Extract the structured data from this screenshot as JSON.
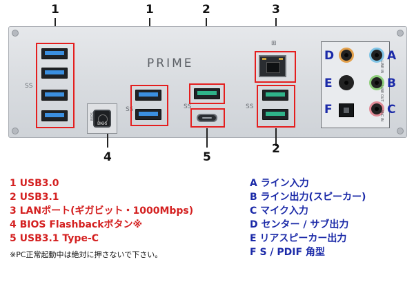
{
  "panel": {
    "logo_text": "PRIME",
    "bios_button_text": "BIOS",
    "bios_side_label": "BIOS",
    "usb_icon_glyph": "SS",
    "audio_labels": {
      "line_in": "LINE IN",
      "line_out": "LINE OUT",
      "mic_in": "MIC IN"
    }
  },
  "callouts": {
    "usb30_number": "1",
    "usb31_number_top": "1",
    "usb31c_number_top": "2",
    "lan_number": "3",
    "bios_number": "4",
    "typec_number": "5",
    "usb31_right_number": "2"
  },
  "audio_letters": {
    "d": "D",
    "e": "E",
    "f": "F",
    "a": "A",
    "b": "B",
    "c": "C"
  },
  "legend_left": [
    "1 USB3.0",
    "2 USB3.1",
    "3 LANポート(ギガビット・1000Mbps)",
    "4 BIOS Flashbackボタン※",
    "5 USB3.1 Type-C"
  ],
  "legend_right": [
    "A ライン入力",
    "B ライン出力(スピーカー)",
    "C マイク入力",
    "D センター / サブ出力",
    "E リアスピーカー出力",
    "F S / PDIF 角型"
  ],
  "footnote": "※PC正常起動中は絶対に押さないで下さい。",
  "colors": {
    "highlight_red": "#e41e1e",
    "legend_red": "#d42020",
    "legend_blue": "#1b2aa8",
    "usb30_blue": "#3b8fe0",
    "usb31_teal": "#2fb38a",
    "jack_line_in": "#7fc4e6",
    "jack_line_out": "#8fcf7c",
    "jack_mic": "#e08a96",
    "jack_center": "#e3a04b",
    "jack_rear": "#222222"
  }
}
